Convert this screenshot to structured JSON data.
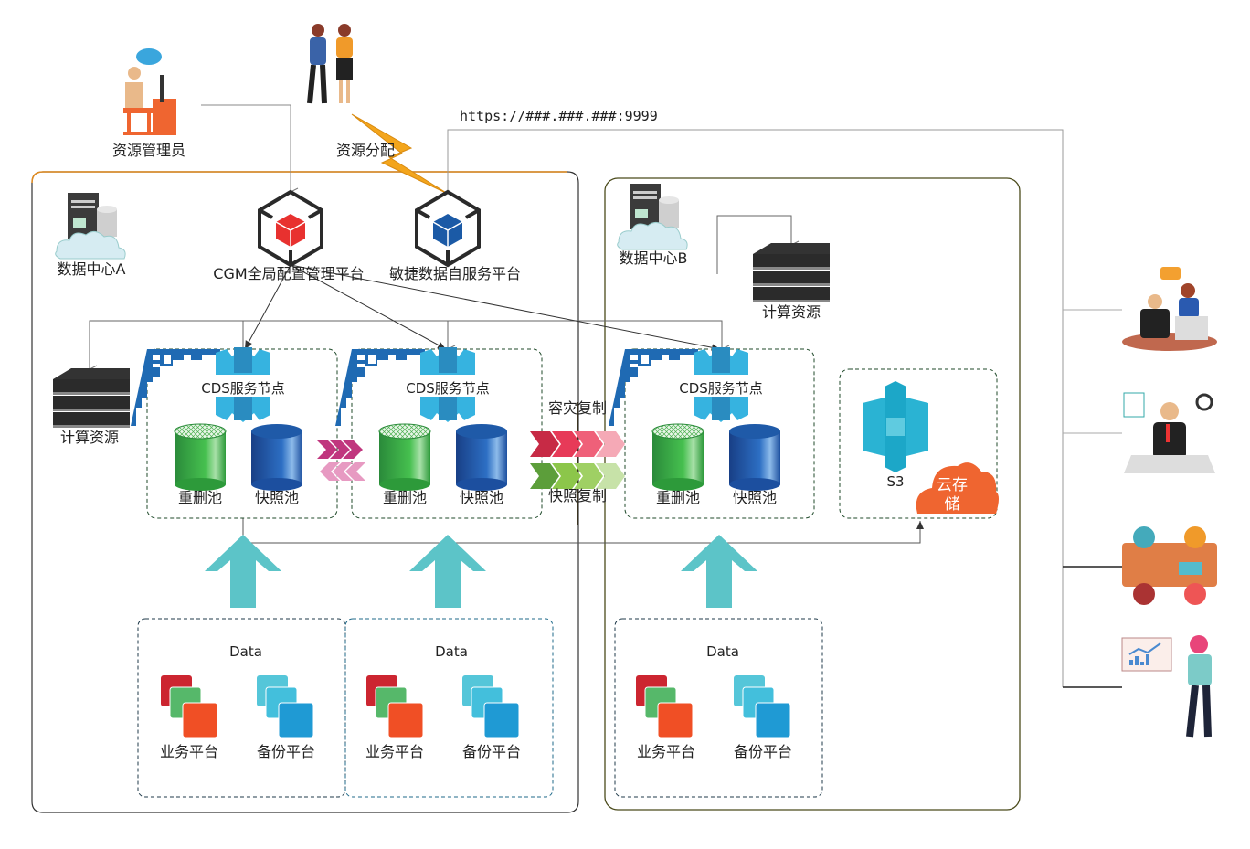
{
  "actors": {
    "admin_label": "资源管理员",
    "allocation_label": "资源分配",
    "url": "https://###.###.###:9999"
  },
  "platforms": {
    "cgm_label": "CGM全局配置管理平台",
    "agile_label": "敏捷数据自服务平台"
  },
  "datacenter_a": {
    "label": "数据中心A",
    "compute_label": "计算资源",
    "nodes": [
      {
        "title": "CDS服务节点",
        "dedup_pool": "重删池",
        "snapshot_pool": "快照池"
      },
      {
        "title": "CDS服务节点",
        "dedup_pool": "重删池",
        "snapshot_pool": "快照池"
      }
    ],
    "data_groups": [
      {
        "title": "Data",
        "business": "业务平台",
        "backup": "备份平台"
      },
      {
        "title": "Data",
        "business": "业务平台",
        "backup": "备份平台"
      }
    ]
  },
  "replication": {
    "dr_label": "容灾复制",
    "snapshot_label": "快照复制"
  },
  "datacenter_b": {
    "label": "数据中心B",
    "compute_label": "计算资源",
    "node": {
      "title": "CDS服务节点",
      "dedup_pool": "重删池",
      "snapshot_pool": "快照池"
    },
    "data_group": {
      "title": "Data",
      "business": "业务平台",
      "backup": "备份平台"
    },
    "s3_label": "S3",
    "cloud_label_1": "云存",
    "cloud_label_2": "储"
  },
  "colors": {
    "dc_a_border": "#e08a1e",
    "dc_b_border": "#4a4a1a",
    "arrow_teal": "#5cc4c8",
    "cgm_cube": "#e8312f",
    "agile_cube": "#1b5aa6",
    "cloud": "#ef6530"
  }
}
